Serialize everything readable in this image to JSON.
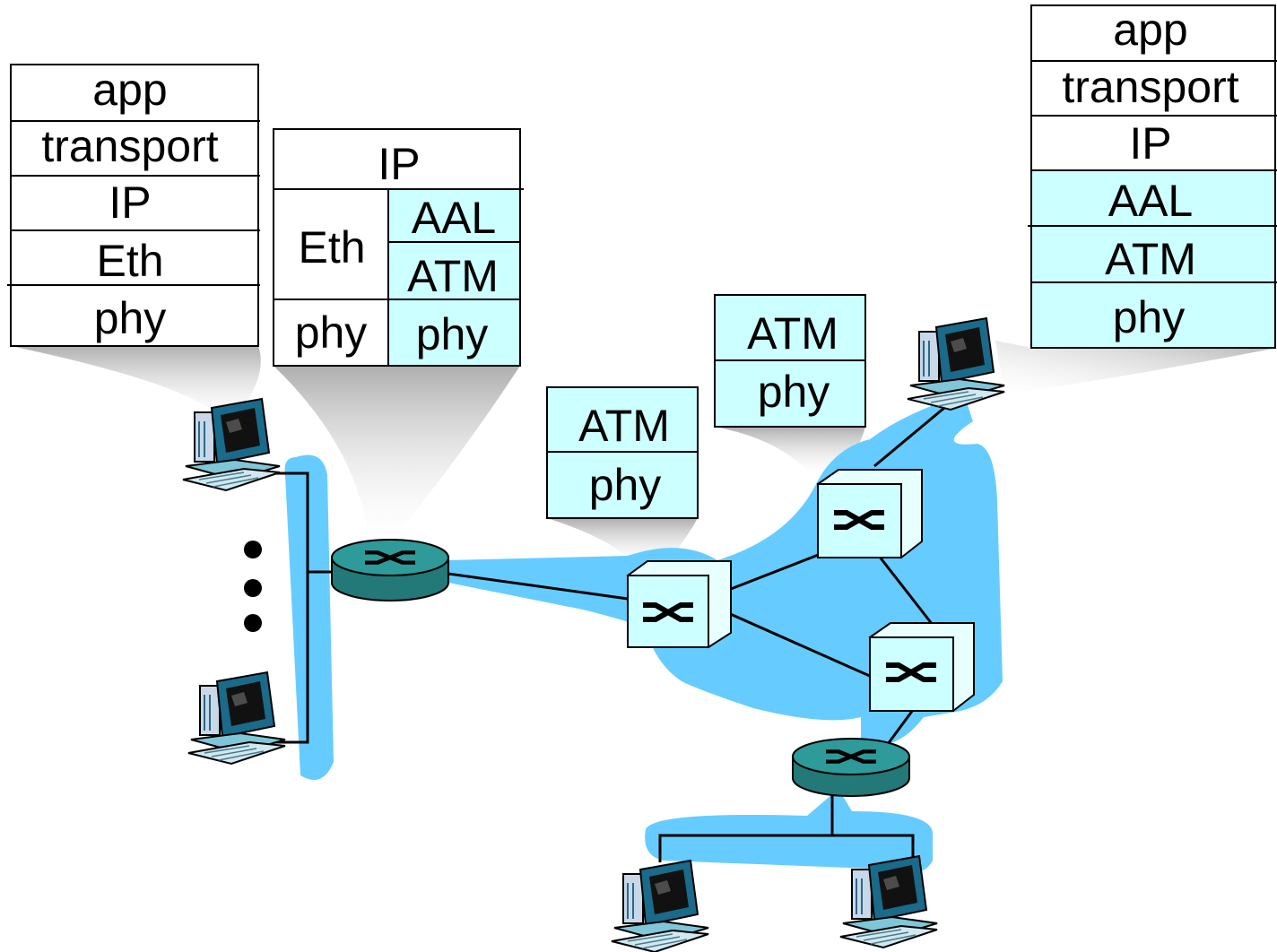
{
  "stack_left_host": [
    "app",
    "transport",
    "IP",
    "Eth",
    "phy"
  ],
  "stack_router": {
    "top": "IP",
    "left_col": [
      "Eth",
      "phy"
    ],
    "right_col": [
      "AAL",
      "ATM",
      "phy"
    ]
  },
  "stack_switch_1": [
    "ATM",
    "phy"
  ],
  "stack_switch_2": [
    "ATM",
    "phy"
  ],
  "stack_right_host": [
    "app",
    "transport",
    "IP",
    "AAL",
    "ATM",
    "phy"
  ],
  "colors": {
    "network_fill": "#66ccff",
    "atm_layer_fill": "#ccffff",
    "router_fill": "#2a8c8c",
    "switch_fill": "#ccffff",
    "callout_shadow": "#c0c0c0"
  }
}
